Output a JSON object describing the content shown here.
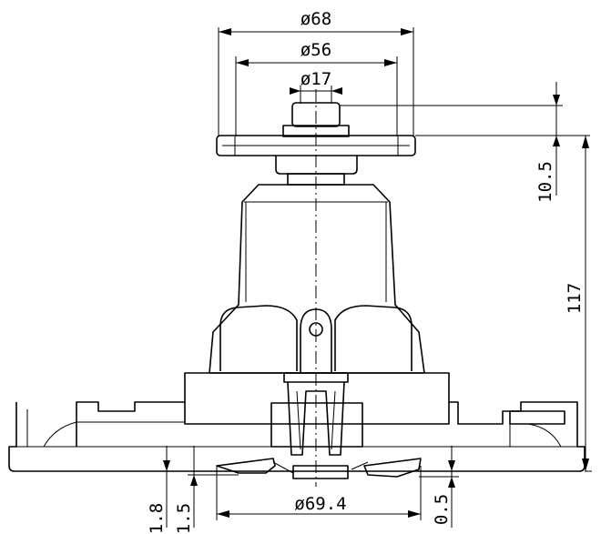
{
  "drawing": {
    "dimensions": {
      "flange_diameter": "ø68",
      "bolt_circle_diameter": "ø56",
      "hub_diameter": "ø17",
      "flange_offset": "10.5",
      "overall_height": "117",
      "impeller_diameter": "ø69.4",
      "dim_1_8": "1.8",
      "dim_1_5": "1.5",
      "dim_0_5": "0.5"
    }
  }
}
